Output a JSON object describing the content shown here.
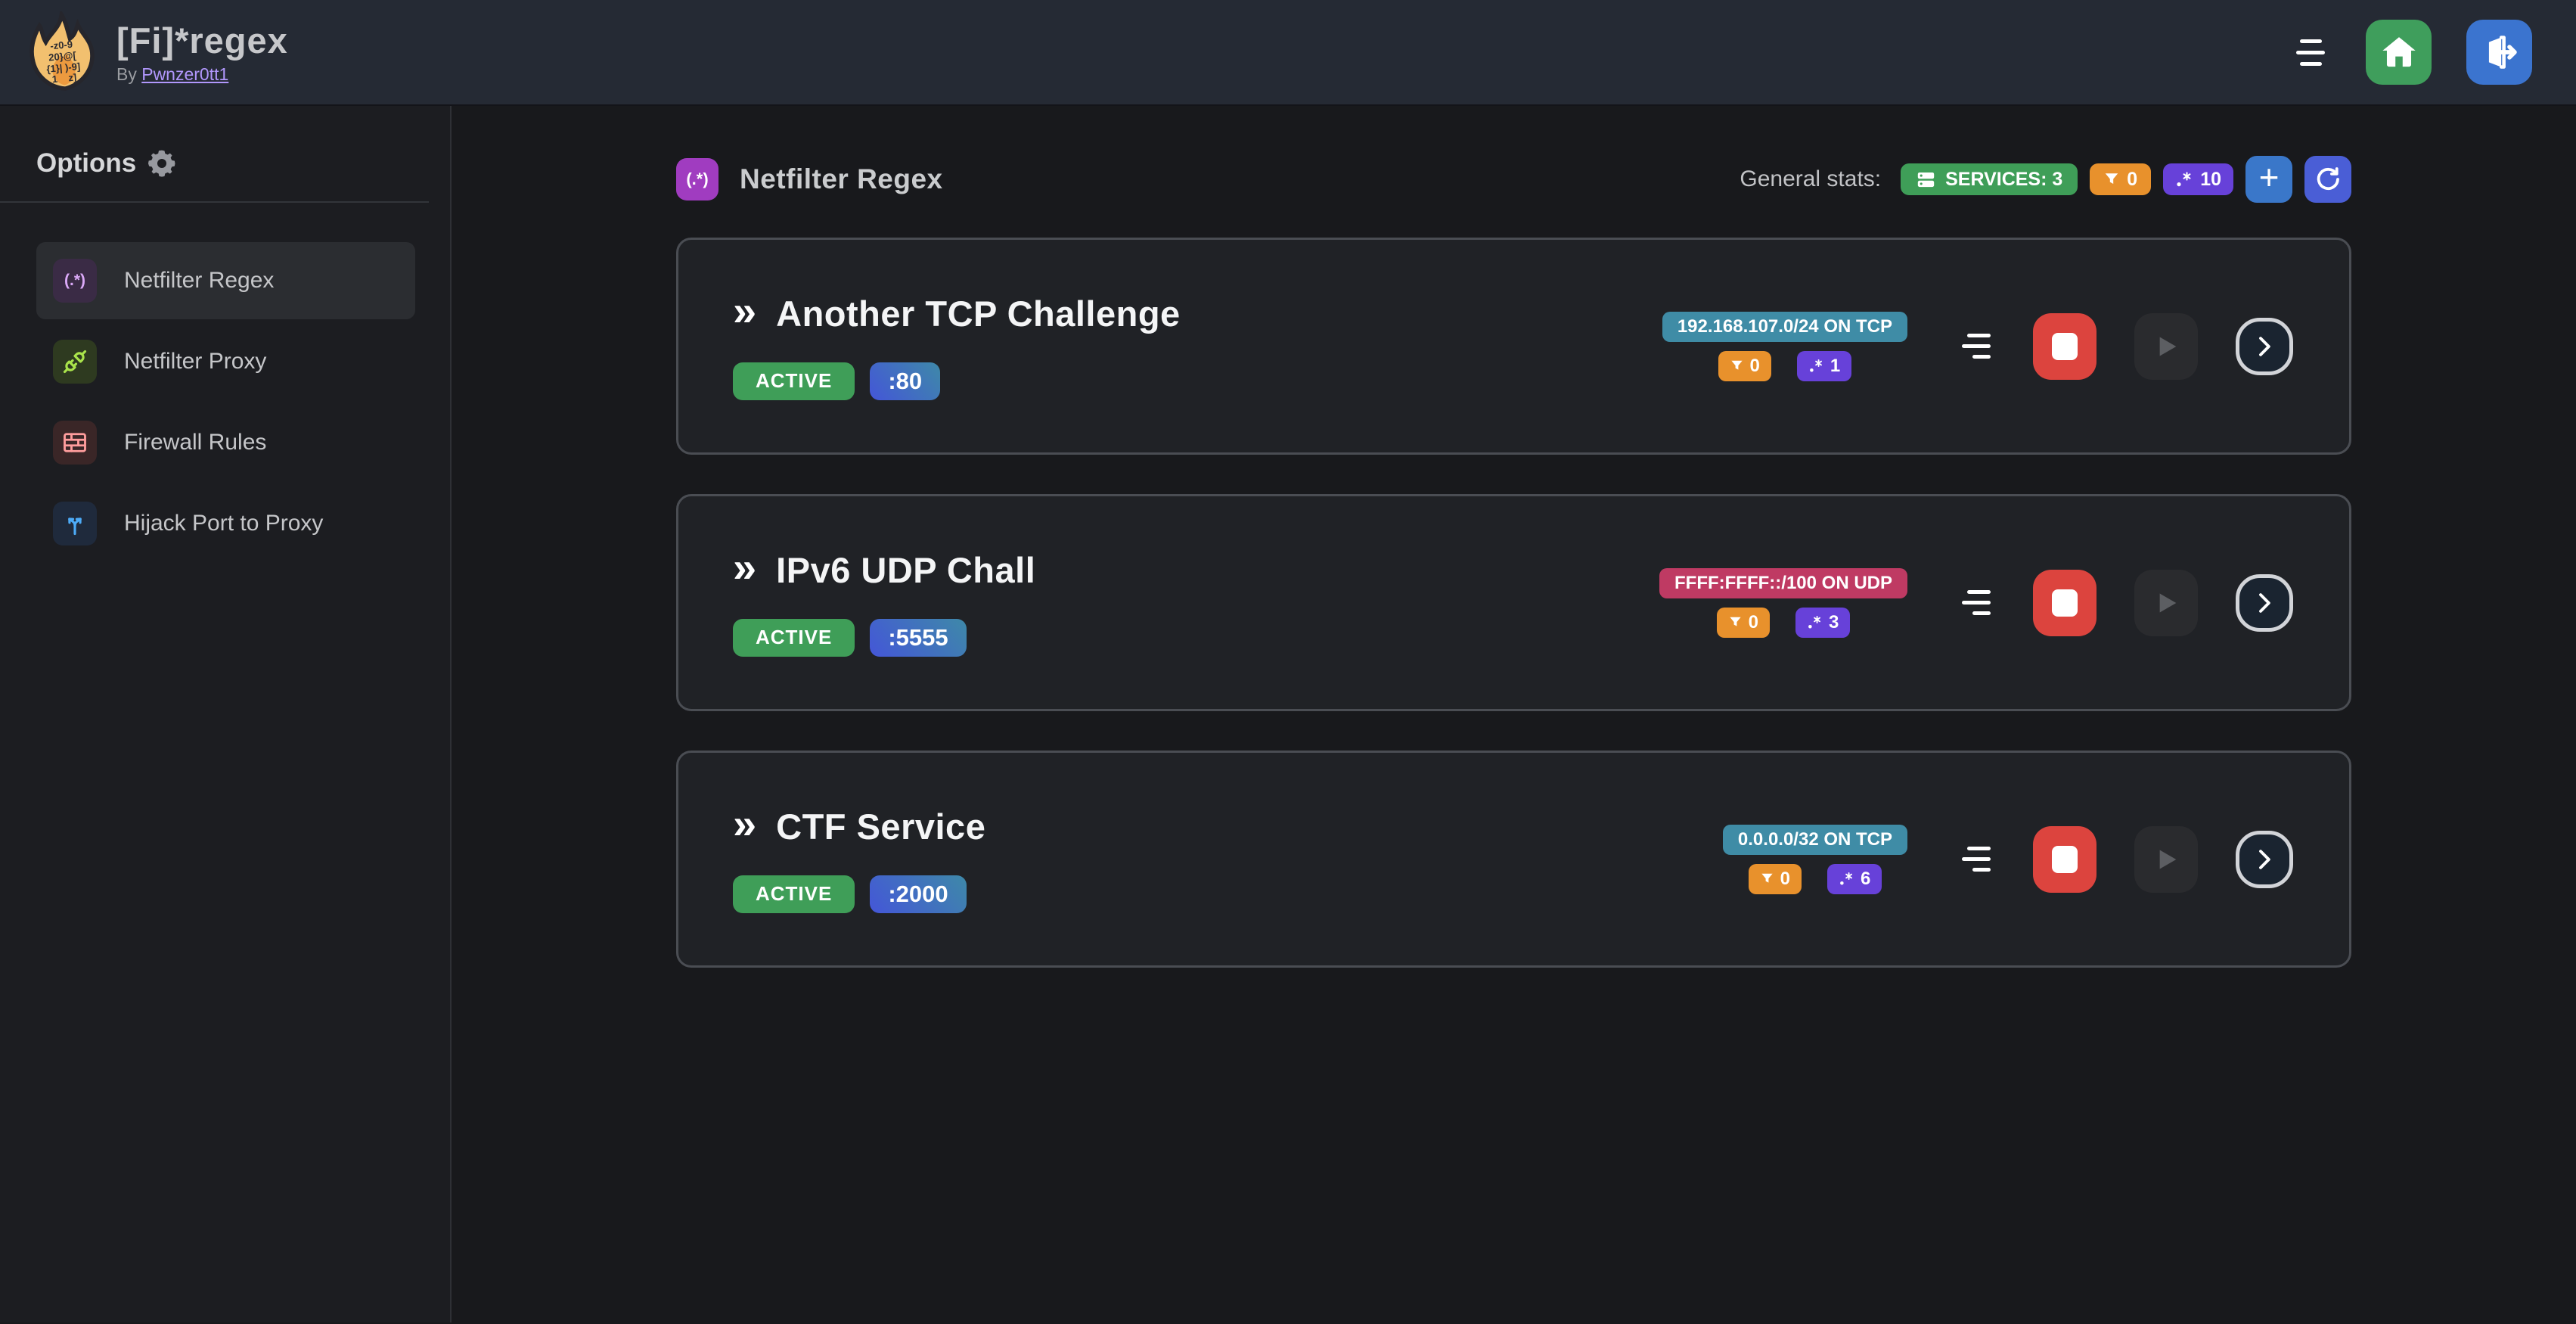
{
  "header": {
    "app_title": "[Fi]*regex",
    "byline_prefix": "By ",
    "author": "Pwnzer0tt1",
    "logo_lines": [
      "-z0-9",
      "20}@[",
      "{1}| )-9]",
      "1    z]"
    ]
  },
  "sidebar": {
    "heading": "Options",
    "items": [
      {
        "label": "Netfilter Regex",
        "glyph": "(.*)"
      },
      {
        "label": "Netfilter Proxy"
      },
      {
        "label": "Firewall Rules"
      },
      {
        "label": "Hijack Port to Proxy"
      }
    ]
  },
  "main": {
    "section_icon_glyph": "(.*)",
    "section_title": "Netfilter Regex",
    "stats_label": "General stats:",
    "stats": {
      "services": "SERVICES: 3",
      "filters": "0",
      "regexes": "10"
    },
    "add_button": "+",
    "chevrons_glyph": "»",
    "services": [
      {
        "title": "Another TCP Challenge",
        "status": "ACTIVE",
        "port": ":80",
        "endpoint": "192.168.107.0/24 ON TCP",
        "endpoint_color": "teal",
        "filters": "0",
        "regexes": "1"
      },
      {
        "title": "IPv6 UDP Chall",
        "status": "ACTIVE",
        "port": ":5555",
        "endpoint": "FFFF:FFFF::/100 ON UDP",
        "endpoint_color": "pink",
        "filters": "0",
        "regexes": "3"
      },
      {
        "title": "CTF Service",
        "status": "ACTIVE",
        "port": ":2000",
        "endpoint": "0.0.0.0/32 ON TCP",
        "endpoint_color": "teal",
        "filters": "0",
        "regexes": "6"
      }
    ]
  },
  "colors": {
    "green": "#3f9e58",
    "orange": "#e8912c",
    "violet": "#6741d9",
    "teal": "#3f8ca6",
    "pink": "#bf3a63",
    "red": "#dc443e",
    "blue_home": "#3f9e5c",
    "blue_logout": "#3b74cf",
    "blue_add": "#3a77c9",
    "indigo_refresh": "#4a5ed6",
    "grape": "#a03cc0",
    "link": "#b197fc"
  }
}
